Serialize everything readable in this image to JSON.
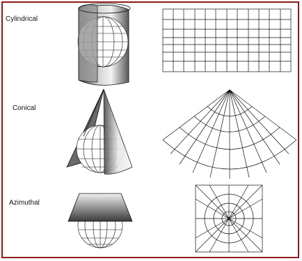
{
  "labels": {
    "cylindrical": "Cylindrical",
    "conical": "Conical",
    "azimuthal": "Azimuthal"
  },
  "colors": {
    "border": "#8b1a1a",
    "line": "#111111"
  },
  "projections": [
    {
      "name": "Cylindrical",
      "figure": "globe-inside-cylinder",
      "result": "rectangular-grid"
    },
    {
      "name": "Conical",
      "figure": "globe-inside-cone",
      "result": "fan-shaped-grid"
    },
    {
      "name": "Azimuthal",
      "figure": "globe-under-plane",
      "result": "radial-grid-in-square"
    }
  ]
}
